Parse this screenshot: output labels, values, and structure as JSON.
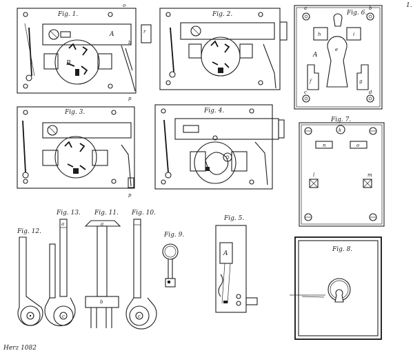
{
  "sheet": {
    "number": "1.",
    "footer": "Herz 1082"
  },
  "figures": {
    "fig1": {
      "label": "Fig. 1.",
      "letters": {
        "o": "o",
        "A": "A",
        "B": "B",
        "b": "b",
        "p": "p",
        "r": "r"
      }
    },
    "fig2": {
      "label": "Fig. 2."
    },
    "fig3": {
      "label": "Fig. 3.",
      "letters": {
        "p": "p"
      }
    },
    "fig4": {
      "label": "Fig. 4."
    },
    "fig5": {
      "label": "Fig. 5.",
      "letters": {
        "A": "A"
      }
    },
    "fig6": {
      "label": "Fig. 6.",
      "letters": {
        "a": "a",
        "b": "b",
        "c": "c",
        "d": "d",
        "h": "h",
        "i": "i",
        "e": "e",
        "A": "A",
        "f": "f",
        "g": "g"
      }
    },
    "fig7": {
      "label": "Fig. 7.",
      "letters": {
        "k": "k",
        "n": "n",
        "o": "o",
        "l": "l",
        "m": "m"
      }
    },
    "fig8": {
      "label": "Fig. 8."
    },
    "fig9": {
      "label": "Fig. 9."
    },
    "fig10": {
      "label": "Fig. 10.",
      "letters": {
        "c": "c"
      }
    },
    "fig11": {
      "label": "Fig. 11.",
      "letters": {
        "a": "a",
        "b": "b"
      }
    },
    "fig12": {
      "label": "Fig. 12."
    },
    "fig13": {
      "label": "Fig. 13.",
      "letters": {
        "a": "a",
        "c": "c"
      }
    }
  }
}
